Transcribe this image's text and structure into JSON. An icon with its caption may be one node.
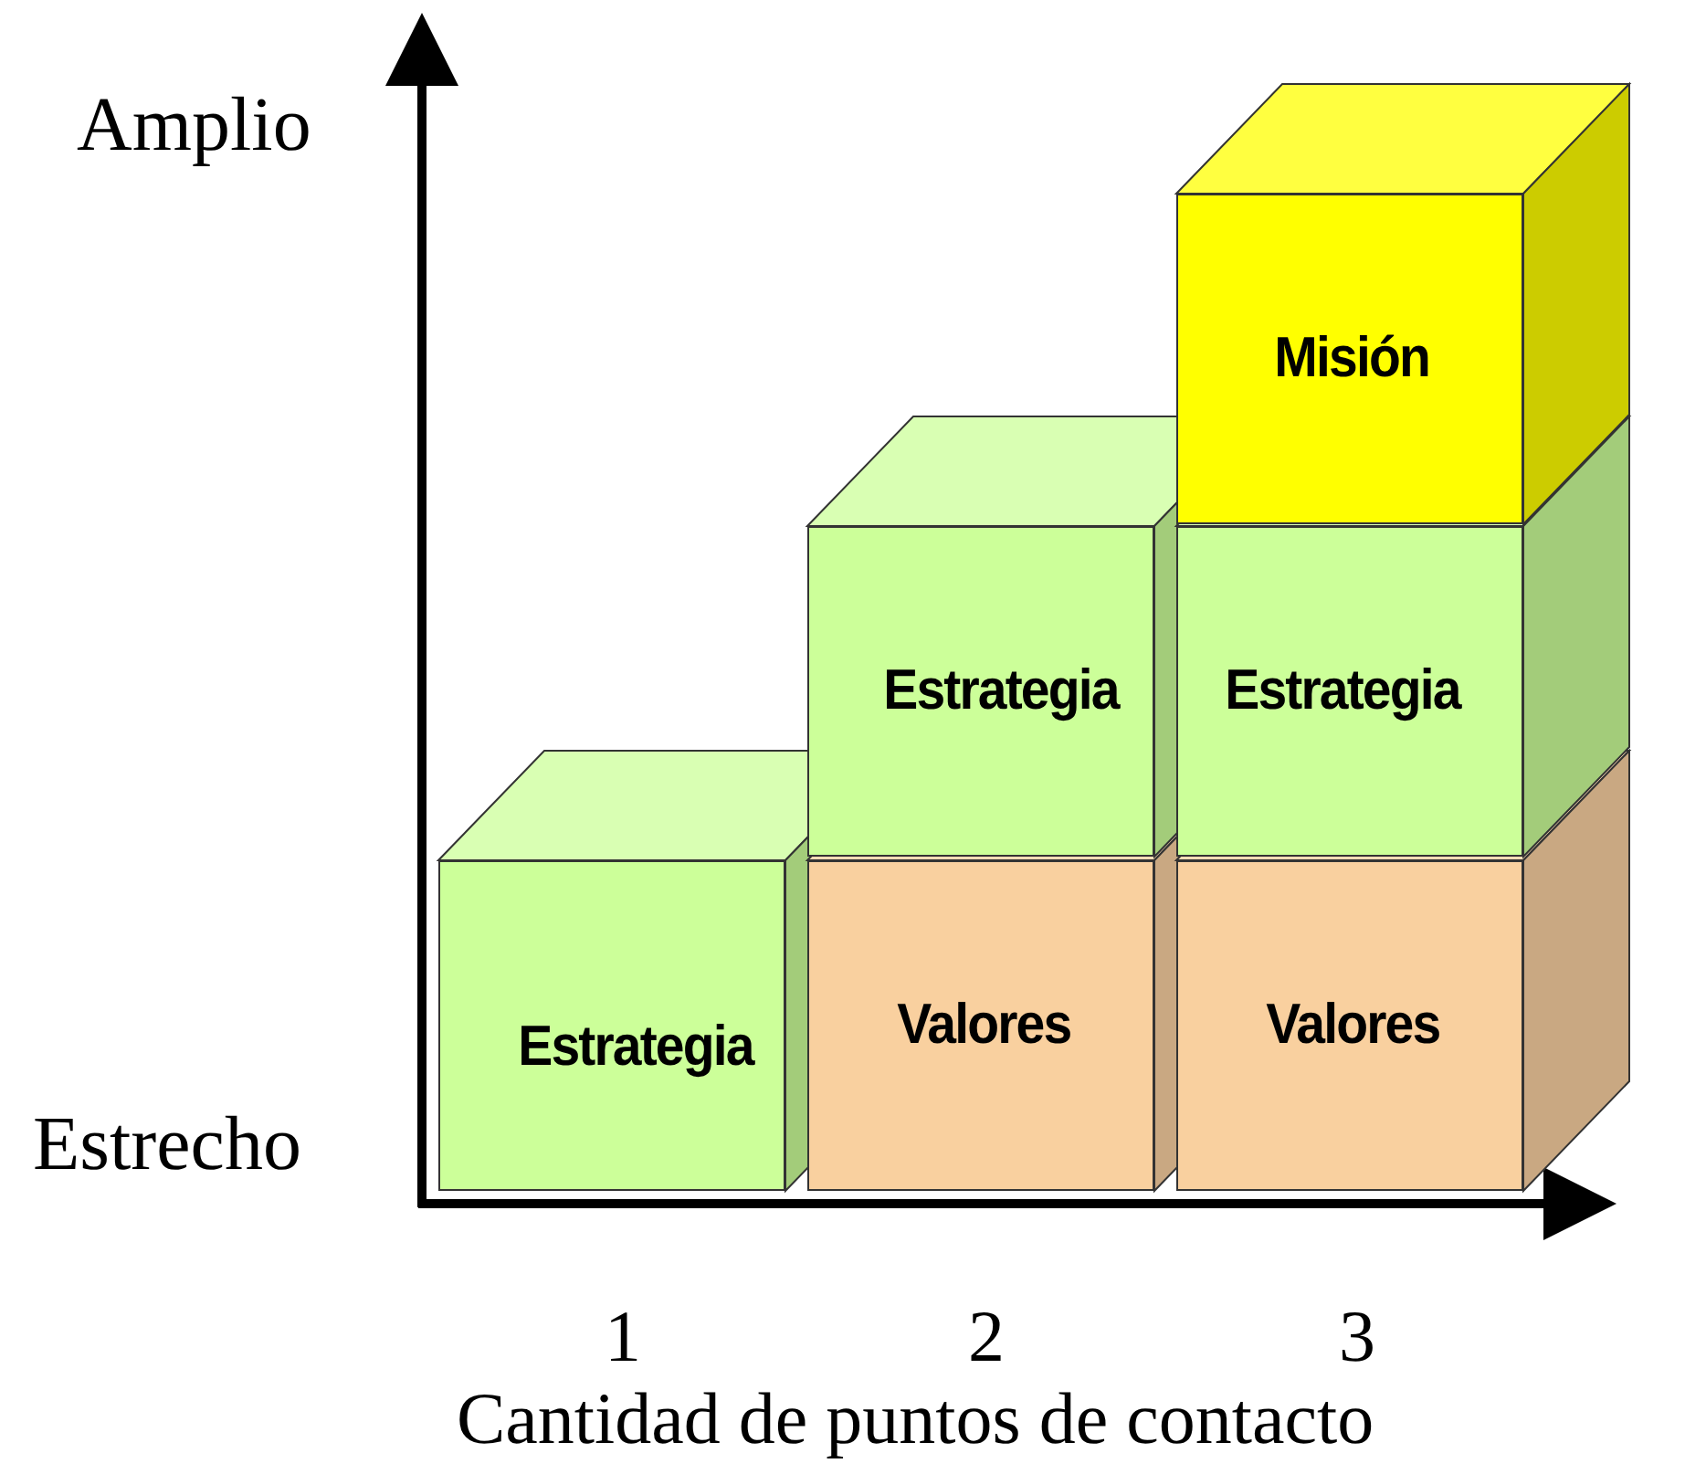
{
  "diagram": {
    "nodes": [
      {
        "text": [
          "Misión"
        ]
      },
      {
        "text": [
          "Estrategia"
        ]
      },
      {
        "text": [
          "Estrategia"
        ]
      },
      {
        "text": [
          "Estrategia"
        ]
      },
      {
        "text": [
          "Valores"
        ]
      },
      {
        "text": [
          "Valores"
        ]
      }
    ],
    "labels": [
      "Amplio",
      "Estrecho",
      "1",
      "2",
      "3",
      "Cantidad de puntos de contacto"
    ]
  }
}
